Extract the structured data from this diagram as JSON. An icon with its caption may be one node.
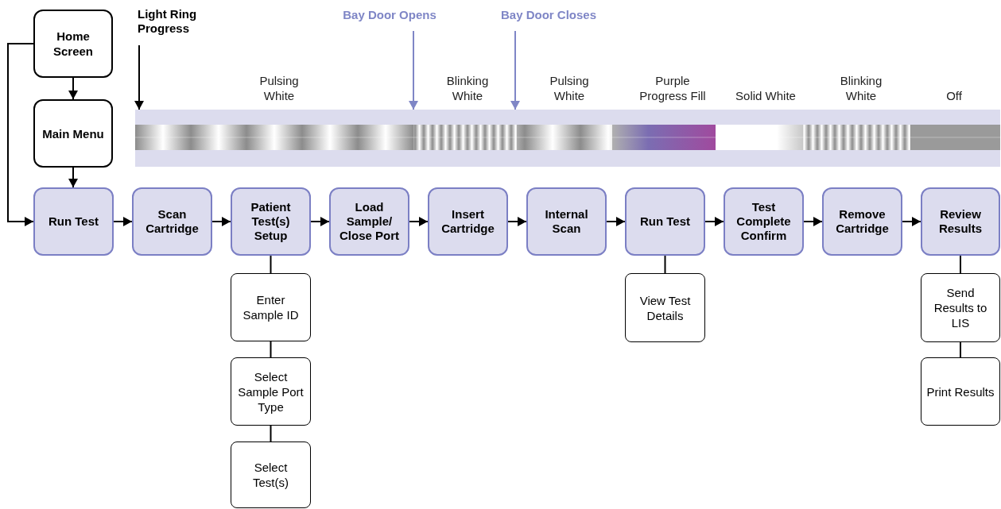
{
  "diagram": {
    "nodes": [
      {
        "text": [
          "Home Screen"
        ]
      },
      {
        "text": [
          "Main Menu"
        ]
      },
      {
        "text": [
          "Run Test"
        ]
      },
      {
        "text": [
          "Scan Cartridge"
        ]
      },
      {
        "text": [
          "Patient Test(s) Setup"
        ]
      },
      {
        "text": [
          "Load Sample/ Close Port"
        ]
      },
      {
        "text": [
          "Insert Cartridge"
        ]
      },
      {
        "text": [
          "Internal Scan"
        ]
      },
      {
        "text": [
          "Run Test"
        ]
      },
      {
        "text": [
          "Test Complete Confirm"
        ]
      },
      {
        "text": [
          "Remove Cartridge"
        ]
      },
      {
        "text": [
          "Review Results"
        ]
      },
      {
        "text": [
          "Enter Sample ID"
        ]
      },
      {
        "text": [
          "Select Sample Port Type"
        ]
      },
      {
        "text": [
          "Select Test(s)"
        ]
      },
      {
        "text": [
          "View Test Details"
        ]
      },
      {
        "text": [
          "Send Results to LIS"
        ]
      },
      {
        "text": [
          "Print Results"
        ]
      },
      {
        "text": [],
        "shape": "bar"
      },
      {
        "text": [
          "Light Ring Progress"
        ]
      },
      {
        "text": [
          "Bay Door Opens"
        ]
      },
      {
        "text": [
          "Bay Door Closes"
        ]
      }
    ],
    "edges": [
      {
        "from": 0,
        "to": 1,
        "arrow": "to"
      },
      {
        "from": 1,
        "to": 2,
        "arrow": "to"
      },
      {
        "from": 0,
        "to": 2,
        "arrow": "to"
      },
      {
        "from": 2,
        "to": 3,
        "arrow": "to"
      },
      {
        "from": 3,
        "to": 4,
        "arrow": "to"
      },
      {
        "from": 4,
        "to": 5,
        "arrow": "to"
      },
      {
        "from": 5,
        "to": 6,
        "arrow": "to"
      },
      {
        "from": 6,
        "to": 7,
        "arrow": "to"
      },
      {
        "from": 7,
        "to": 8,
        "arrow": "to"
      },
      {
        "from": 8,
        "to": 9,
        "arrow": "to"
      },
      {
        "from": 9,
        "to": 10,
        "arrow": "to"
      },
      {
        "from": 10,
        "to": 11,
        "arrow": "to"
      },
      {
        "from": 4,
        "to": 12,
        "arrow": "none"
      },
      {
        "from": 12,
        "to": 13,
        "arrow": "none"
      },
      {
        "from": 13,
        "to": 14,
        "arrow": "none"
      },
      {
        "from": 8,
        "to": 15,
        "arrow": "none"
      },
      {
        "from": 11,
        "to": 16,
        "arrow": "none"
      },
      {
        "from": 16,
        "to": 17,
        "arrow": "none"
      },
      {
        "from": 19,
        "to": 18,
        "arrow": "to"
      },
      {
        "from": 20,
        "to": 18,
        "arrow": "to",
        "color": "#7f86c6"
      },
      {
        "from": 21,
        "to": 18,
        "arrow": "to",
        "color": "#7f86c6"
      }
    ],
    "labels": [
      "Pulsing White",
      "Blinking White",
      "Pulsing White",
      "Purple Progress Fill",
      "Solid White",
      "Blinking White",
      "Off"
    ]
  }
}
